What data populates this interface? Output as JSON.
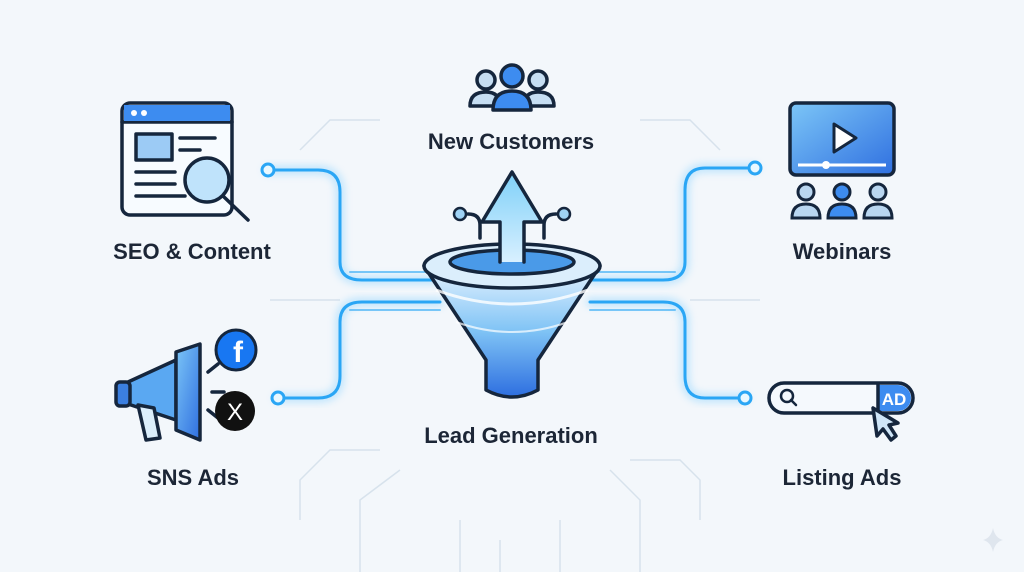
{
  "diagram": {
    "center": {
      "label": "Lead Generation",
      "icon": "funnel-icon"
    },
    "top": {
      "label": "New Customers",
      "icon": "users-group-icon"
    },
    "channels": [
      {
        "label": "SEO & Content",
        "icon": "webpage-search-icon"
      },
      {
        "label": "SNS Ads",
        "icon": "megaphone-social-icon",
        "badges": [
          "f",
          "X"
        ]
      },
      {
        "label": "Webinars",
        "icon": "video-presentation-icon"
      },
      {
        "label": "Listing Ads",
        "icon": "search-ad-icon",
        "badge": "AD"
      }
    ]
  },
  "colors": {
    "accent": "#2aa6f5",
    "outline": "#15263d",
    "background": "#f3f7fb",
    "facebook": "#1877f2"
  }
}
